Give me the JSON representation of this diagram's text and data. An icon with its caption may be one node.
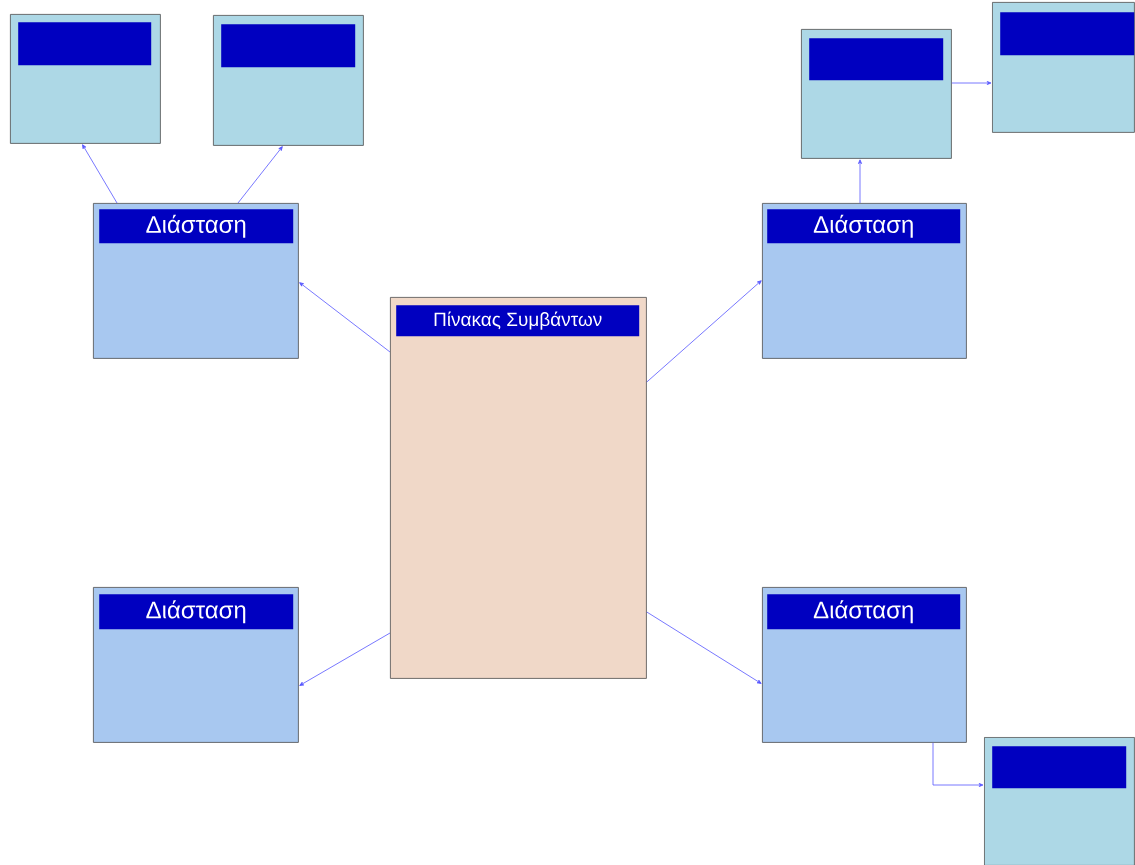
{
  "diagram": {
    "nodes": [
      {
        "text": [
          "Πίνακας Συμβάντων"
        ]
      },
      {
        "text": [
          "Διάσταση"
        ]
      },
      {
        "text": [
          "Διάσταση"
        ]
      },
      {
        "text": [
          "Διάσταση"
        ]
      },
      {
        "text": [
          "Διάσταση"
        ]
      },
      {
        "text": [],
        "shape": "box"
      },
      {
        "text": [],
        "shape": "box"
      },
      {
        "text": [],
        "shape": "box"
      },
      {
        "text": [],
        "shape": "box"
      },
      {
        "text": [],
        "shape": "box"
      }
    ],
    "edges": [
      {
        "from": 0,
        "to": 1,
        "arrow": "to"
      },
      {
        "from": 0,
        "to": 2,
        "arrow": "to"
      },
      {
        "from": 0,
        "to": 3,
        "arrow": "to"
      },
      {
        "from": 0,
        "to": 4,
        "arrow": "to"
      },
      {
        "from": 1,
        "to": 5,
        "arrow": "to"
      },
      {
        "from": 1,
        "to": 6,
        "arrow": "to"
      },
      {
        "from": 2,
        "to": 7,
        "arrow": "to"
      },
      {
        "from": 7,
        "to": 8,
        "arrow": "to"
      },
      {
        "from": 4,
        "to": 9,
        "arrow": "to"
      }
    ]
  }
}
